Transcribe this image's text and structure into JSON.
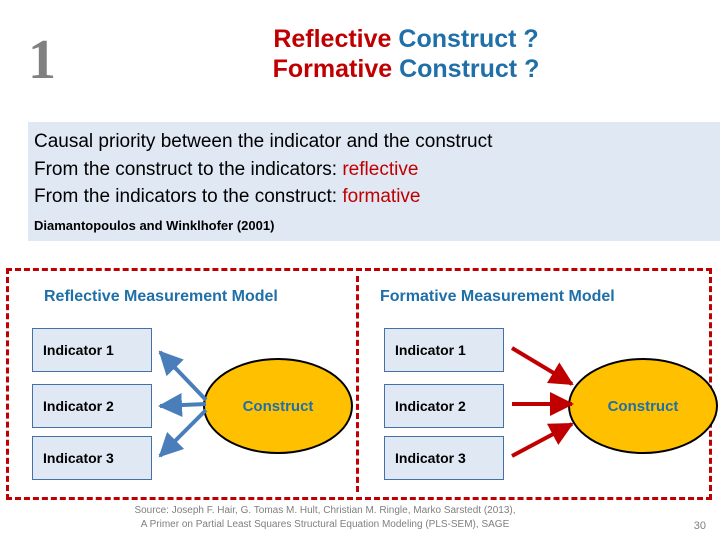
{
  "slide": {
    "number": "1",
    "page_number": "30"
  },
  "title": {
    "line1_red": "Reflective",
    "line1_blue": "Construct ?",
    "line2_red": "Formative",
    "line2_blue": "Construct ?"
  },
  "definition": {
    "line1": "Causal priority between the indicator and the construct",
    "line2_prefix": "From the construct to the indicators: ",
    "line2_highlight": "reflective",
    "line3_prefix": "From the indicators to the construct: ",
    "line3_highlight": "formative",
    "citation": "Diamantopoulos and Winklhofer (2001)"
  },
  "models": {
    "reflective": {
      "heading": "Reflective Measurement Model",
      "indicators": [
        "Indicator 1",
        "Indicator 2",
        "Indicator 3"
      ],
      "construct": "Construct"
    },
    "formative": {
      "heading": "Formative Measurement Model",
      "indicators": [
        "Indicator 1",
        "Indicator 2",
        "Indicator 3"
      ],
      "construct": "Construct"
    }
  },
  "source": {
    "line1": "Source: Joseph F. Hair, G. Tomas M. Hult, Christian M. Ringle, Marko Sarstedt (2013),",
    "line2": "A Primer on Partial Least Squares Structural Equation Modeling (PLS-SEM), SAGE"
  },
  "colors": {
    "red": "#c00000",
    "blue_text": "#1f6fa8",
    "box_fill": "#dfe8f3",
    "ellipse_fill": "#ffc000",
    "arrow_blue": "#4a7ebb",
    "arrow_red": "#c00000"
  }
}
